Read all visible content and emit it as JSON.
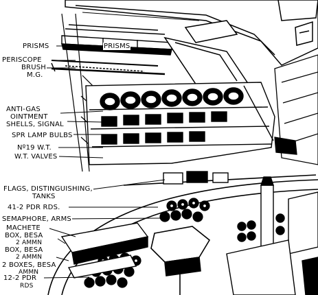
{
  "labels": {
    "prisms_left": "PRISMS",
    "prisms_right": "PRISMS",
    "periscope": "PERISCOPE",
    "brush": "BRUSH",
    "mg": "M.G.",
    "anti_gas": "ANTI-GAS",
    "ointment": "OINTMENT",
    "shells_signal": "SHELLS, SIGNAL",
    "spare_lamp_bulbs": "SPR LAMP BULBS",
    "no19wt": "Nº19 W.T.",
    "wt_valves": "W.T. VALVES",
    "flags_distinguishing": "FLAGS, DISTINGUISHING,",
    "tanks": "TANKS",
    "rds_41": "41-2 PDR RDS.",
    "semaphore": "SEMAPHORE, ARMS",
    "machete": "MACHETE",
    "box_besa_1": "BOX, BESA",
    "ammn_1": "2 AMMN",
    "box_besa_2": "BOX, BESA",
    "ammn_2": "2 AMMN",
    "boxes_besa": "2 BOXES, BESA",
    "ammn_3": "AMMN",
    "rds_12": "12-2 PDR",
    "rds_12b": "RDS"
  },
  "colors": {
    "ink": "#000000",
    "paper": "#ffffff"
  }
}
